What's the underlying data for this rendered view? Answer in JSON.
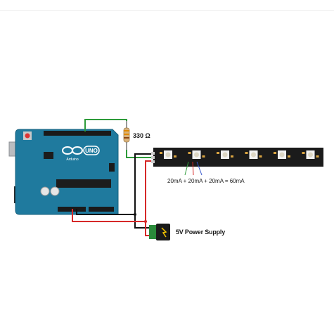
{
  "resistor": {
    "label": "330 Ω"
  },
  "current_note": "20mA + 20mA + 20mA = 60mA",
  "power_supply": {
    "label": "5V Power Supply"
  },
  "board": {
    "logo_text": "UNO",
    "brand_text": "Arduino"
  },
  "led_strip": {
    "pixel_count": 6
  },
  "colors": {
    "board": "#1f7a9e",
    "board_dark": "#17607d",
    "strip": "#1b1b1b",
    "wire_green": "#2e9b3a",
    "wire_red": "#d62828",
    "wire_black": "#111111",
    "jack": "#2a8a3a"
  }
}
